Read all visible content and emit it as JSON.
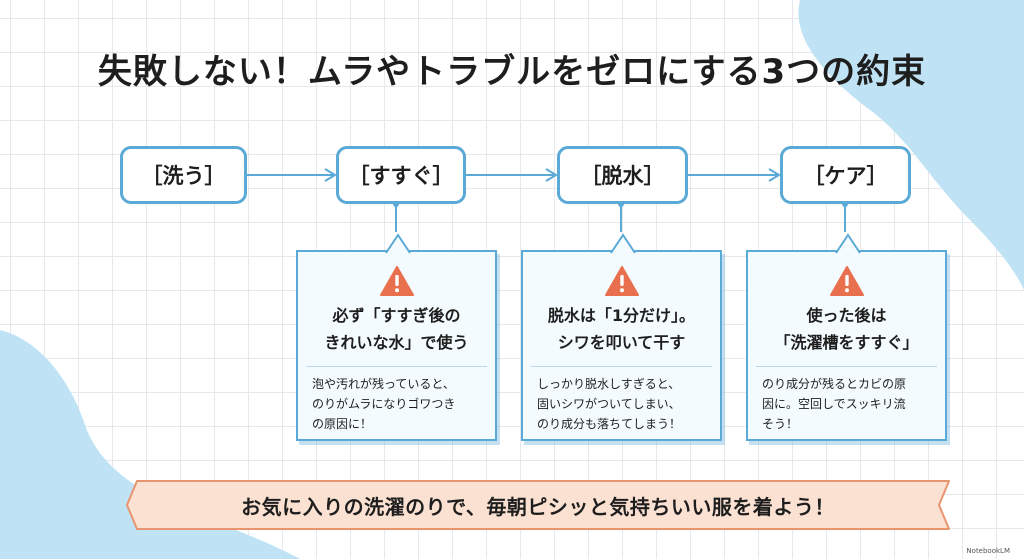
{
  "title": "失敗しない！ムラやトラブルをゼロにする3つの約束",
  "colors": {
    "accent_blue": "#5aa9d6",
    "warning_orange": "#e8704e",
    "banner_fill": "#fbe1d2",
    "banner_border": "#e8956f",
    "blob_blue": "#bfe3f5"
  },
  "steps": [
    {
      "label": "［洗う］"
    },
    {
      "label": "［すすぐ］"
    },
    {
      "label": "［脱水］"
    },
    {
      "label": "［ケア］"
    }
  ],
  "cards": [
    {
      "icon": "warning-icon",
      "heading": "必ず「すすぎ後の\nきれいな水」で使う",
      "body": "泡や汚れが残っていると、\nのりがムラになりゴワつき\nの原因に！"
    },
    {
      "icon": "warning-icon",
      "heading": "脱水は「1分だけ」。\nシワを叩いて干す",
      "body": "しっかり脱水しすぎると、\n固いシワがついてしまい、\nのり成分も落ちてしまう！"
    },
    {
      "icon": "warning-icon",
      "heading": "使った後は\n「洗濯槽をすすぐ」",
      "body": "のり成分が残るとカビの原\n因に。空回しでスッキリ流\nそう！"
    }
  ],
  "banner": "お気に入りの洗濯のりで、毎朝ピシッと気持ちいい服を着よう！",
  "corner_mark": "NotebookLM"
}
